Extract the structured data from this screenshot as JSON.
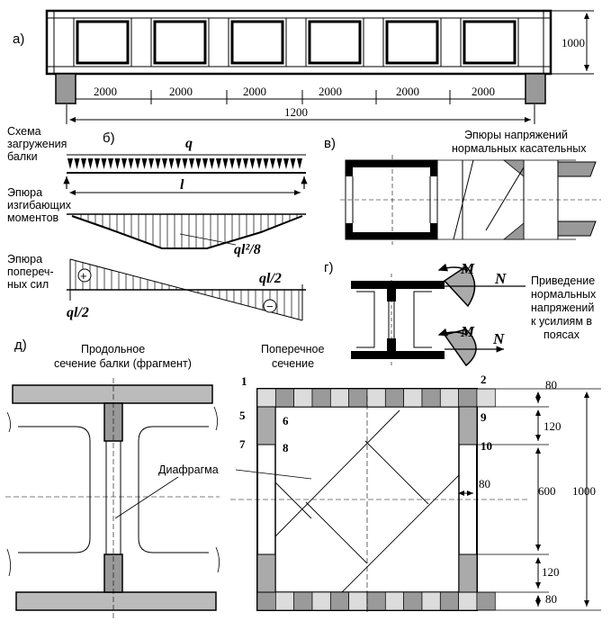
{
  "panels": {
    "a": "а)",
    "b": "б)",
    "v": "в)",
    "g": "г)",
    "d": "д)"
  },
  "panel_a": {
    "span_labels": [
      "2000",
      "2000",
      "2000",
      "2000",
      "2000",
      "2000"
    ],
    "total_length": "1200",
    "height": "1000"
  },
  "panel_b": {
    "load_scheme_lines": [
      "Схема",
      "загружения",
      "балки"
    ],
    "moment_epure_lines": [
      "Эпюра",
      "изгибающих",
      "моментов"
    ],
    "shear_epure_lines": [
      "Эпюра",
      "попереч-",
      "ных сил"
    ],
    "q": "q",
    "l": "l",
    "ql2_8": "ql²/8",
    "ql2_right": "ql/2",
    "ql2_left": "ql/2",
    "plus": "+",
    "minus": "−"
  },
  "panel_v": {
    "title_line1": "Эпюры напряжений",
    "title_line2": "нормальных  касательных"
  },
  "panel_g": {
    "M_top": "M",
    "N_top": "N",
    "M_bottom": "M",
    "N_bottom": "N",
    "caption_lines": [
      "Приведение",
      "нормальных",
      "напряжений",
      "к усилиям в",
      "поясах"
    ]
  },
  "panel_d": {
    "longitudinal_lines": [
      "Продольное",
      "сечение балки (фрагмент)"
    ],
    "cross_lines": [
      "Поперечное",
      "сечение"
    ],
    "diaphragm": "Диафрагма",
    "points": [
      "1",
      "2",
      "5",
      "6",
      "7",
      "8",
      "9",
      "10"
    ],
    "dims": {
      "d80_top": "80",
      "d120_top": "120",
      "d600": "600",
      "d120_bottom": "120",
      "d80_bottom": "80",
      "d1000": "1000",
      "d80_web": "80"
    }
  }
}
